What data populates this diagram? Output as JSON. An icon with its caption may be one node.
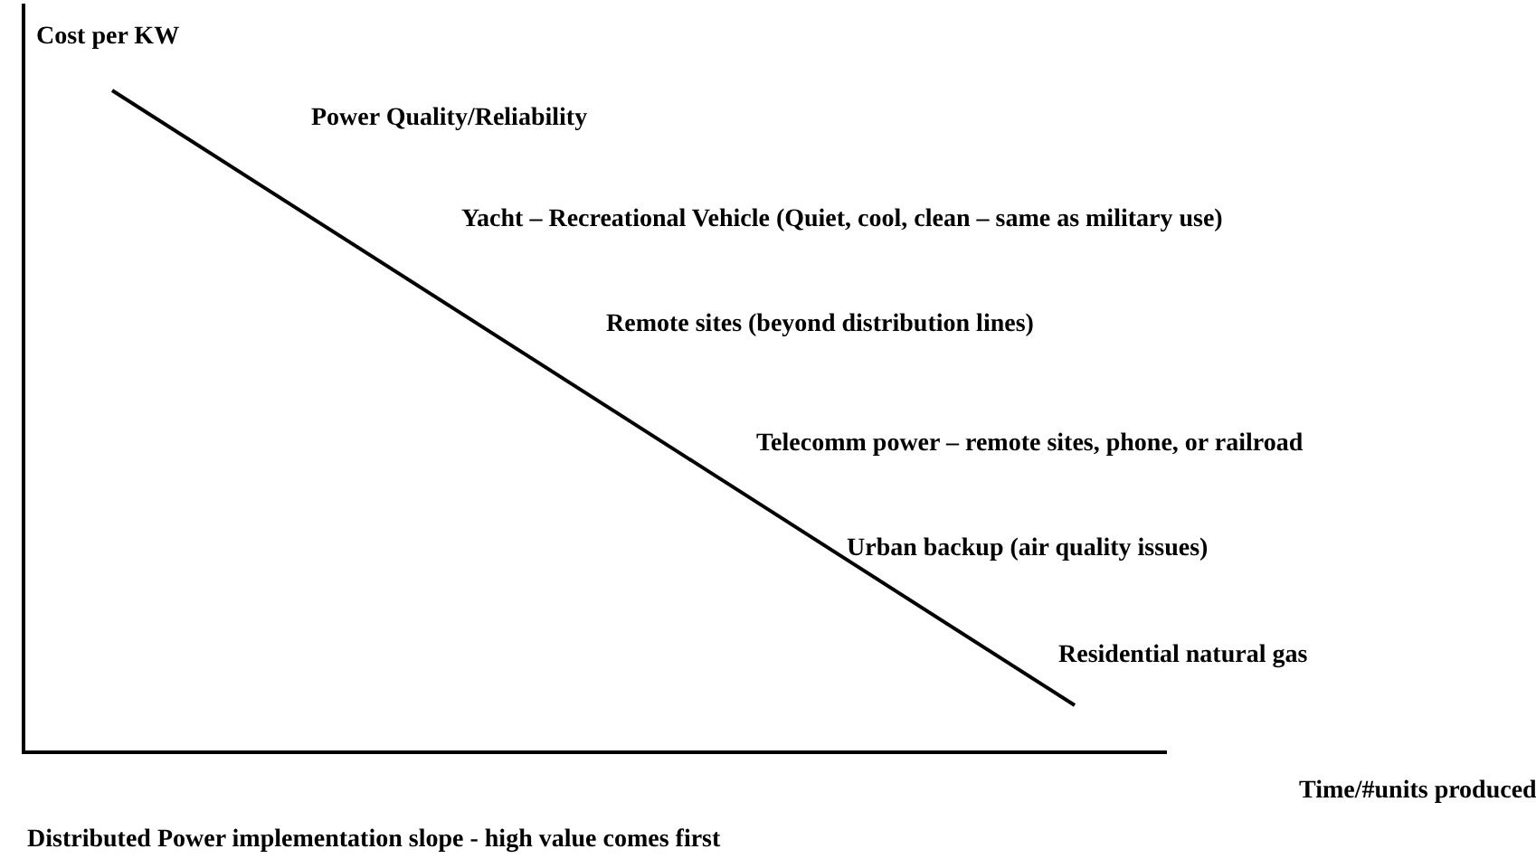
{
  "diagram": {
    "caption": "Distributed Power implementation slope - high value comes first",
    "labels": [
      "Cost per KW",
      "Power Quality/Reliability",
      "Yacht – Recreational Vehicle (Quiet, cool, clean – same as military use)",
      "Remote sites (beyond distribution lines)",
      "Telecomm power – remote sites, phone, or railroad",
      "Urban backup (air quality issues)",
      "Residential natural gas",
      "Time/#units produced"
    ]
  }
}
